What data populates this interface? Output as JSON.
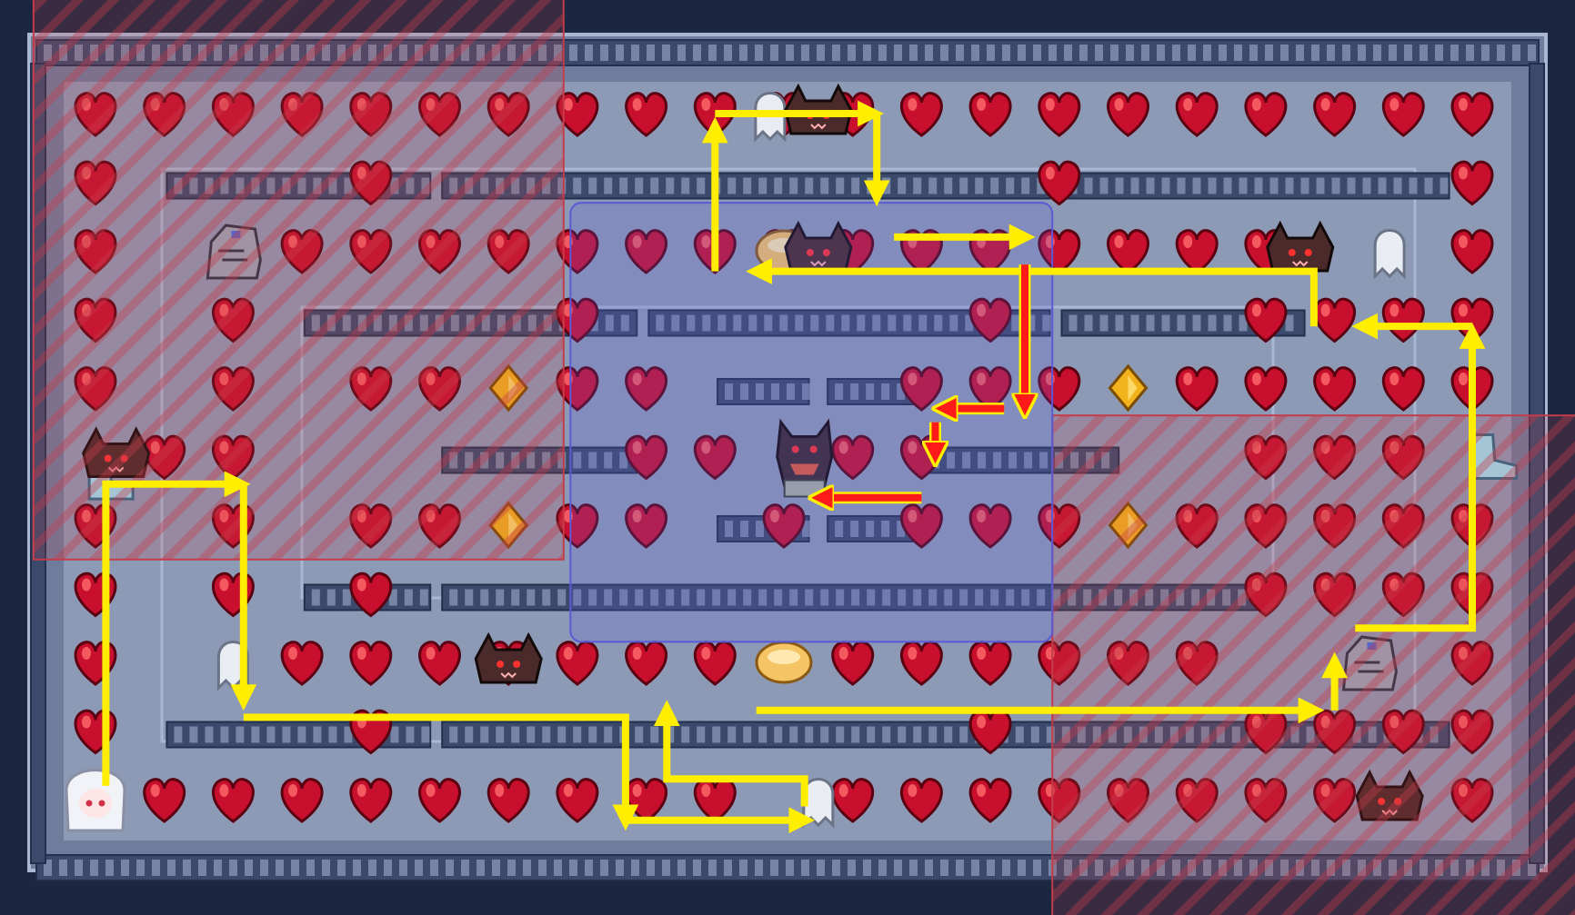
{
  "map": {
    "cols": 21,
    "rows": 11,
    "palette": {
      "background": "#1b2740",
      "floor": "#8d9ab6",
      "floor_alt": "#7f8caa",
      "rail": "#3b4a6b",
      "rail_light": "#a9b7d3",
      "heart": "#c8102e",
      "heart_highlight": "#ff6b6b",
      "gem": "#f2b21c",
      "arrow_yellow": "#ffee00",
      "arrow_red": "#ff1a1a",
      "zone_blue": "#5a5ad6",
      "zone_red": "#c43b4a",
      "enemy": "#4a2a2a",
      "enemy_eye": "#ff3030"
    },
    "hearts": [
      [
        0,
        0
      ],
      [
        1,
        0
      ],
      [
        2,
        0
      ],
      [
        3,
        0
      ],
      [
        4,
        0
      ],
      [
        5,
        0
      ],
      [
        6,
        0
      ],
      [
        7,
        0
      ],
      [
        8,
        0
      ],
      [
        9,
        0
      ],
      [
        10,
        0
      ],
      [
        11,
        0
      ],
      [
        12,
        0
      ],
      [
        13,
        0
      ],
      [
        14,
        0
      ],
      [
        15,
        0
      ],
      [
        16,
        0
      ],
      [
        17,
        0
      ],
      [
        18,
        0
      ],
      [
        19,
        0
      ],
      [
        20,
        0
      ],
      [
        0,
        1
      ],
      [
        4,
        1
      ],
      [
        14,
        1
      ],
      [
        20,
        1
      ],
      [
        0,
        2
      ],
      [
        3,
        2
      ],
      [
        4,
        2
      ],
      [
        5,
        2
      ],
      [
        6,
        2
      ],
      [
        7,
        2
      ],
      [
        8,
        2
      ],
      [
        9,
        2
      ],
      [
        10,
        2
      ],
      [
        11,
        2
      ],
      [
        12,
        2
      ],
      [
        13,
        2
      ],
      [
        14,
        2
      ],
      [
        15,
        2
      ],
      [
        16,
        2
      ],
      [
        17,
        2
      ],
      [
        20,
        2
      ],
      [
        0,
        3
      ],
      [
        2,
        3
      ],
      [
        7,
        3
      ],
      [
        13,
        3
      ],
      [
        17,
        3
      ],
      [
        18,
        3
      ],
      [
        19,
        3
      ],
      [
        20,
        3
      ],
      [
        0,
        4
      ],
      [
        2,
        4
      ],
      [
        4,
        4
      ],
      [
        5,
        4
      ],
      [
        7,
        4
      ],
      [
        8,
        4
      ],
      [
        12,
        4
      ],
      [
        13,
        4
      ],
      [
        14,
        4
      ],
      [
        16,
        4
      ],
      [
        17,
        4
      ],
      [
        18,
        4
      ],
      [
        19,
        4
      ],
      [
        20,
        4
      ],
      [
        1,
        5
      ],
      [
        2,
        5
      ],
      [
        8,
        5
      ],
      [
        9,
        5
      ],
      [
        11,
        5
      ],
      [
        12,
        5
      ],
      [
        17,
        5
      ],
      [
        18,
        5
      ],
      [
        19,
        5
      ],
      [
        0,
        6
      ],
      [
        2,
        6
      ],
      [
        4,
        6
      ],
      [
        5,
        6
      ],
      [
        7,
        6
      ],
      [
        8,
        6
      ],
      [
        10,
        6
      ],
      [
        12,
        6
      ],
      [
        13,
        6
      ],
      [
        14,
        6
      ],
      [
        16,
        6
      ],
      [
        17,
        6
      ],
      [
        18,
        6
      ],
      [
        19,
        6
      ],
      [
        20,
        6
      ],
      [
        0,
        7
      ],
      [
        2,
        7
      ],
      [
        4,
        7
      ],
      [
        17,
        7
      ],
      [
        18,
        7
      ],
      [
        19,
        7
      ],
      [
        20,
        7
      ],
      [
        0,
        8
      ],
      [
        3,
        8
      ],
      [
        4,
        8
      ],
      [
        5,
        8
      ],
      [
        6,
        8
      ],
      [
        7,
        8
      ],
      [
        8,
        8
      ],
      [
        9,
        8
      ],
      [
        11,
        8
      ],
      [
        12,
        8
      ],
      [
        13,
        8
      ],
      [
        14,
        8
      ],
      [
        15,
        8
      ],
      [
        16,
        8
      ],
      [
        20,
        8
      ],
      [
        0,
        9
      ],
      [
        4,
        9
      ],
      [
        13,
        9
      ],
      [
        17,
        9
      ],
      [
        18,
        9
      ],
      [
        19,
        9
      ],
      [
        20,
        9
      ],
      [
        1,
        10
      ],
      [
        2,
        10
      ],
      [
        3,
        10
      ],
      [
        4,
        10
      ],
      [
        5,
        10
      ],
      [
        6,
        10
      ],
      [
        7,
        10
      ],
      [
        8,
        10
      ],
      [
        9,
        10
      ],
      [
        11,
        10
      ],
      [
        12,
        10
      ],
      [
        13,
        10
      ],
      [
        14,
        10
      ],
      [
        15,
        10
      ],
      [
        16,
        10
      ],
      [
        17,
        10
      ],
      [
        18,
        10
      ],
      [
        20,
        10
      ]
    ],
    "gems": [
      [
        6,
        4
      ],
      [
        15,
        4
      ],
      [
        6,
        6
      ],
      [
        15,
        6
      ]
    ],
    "enemies": [
      {
        "type": "bat",
        "c": 10.5,
        "r": 0
      },
      {
        "type": "bat",
        "c": 10.5,
        "r": 2
      },
      {
        "type": "bat",
        "c": 17.5,
        "r": 2
      },
      {
        "type": "bat",
        "c": 0.3,
        "r": 5
      },
      {
        "type": "bat",
        "c": 6,
        "r": 8
      },
      {
        "type": "bat",
        "c": 18.8,
        "r": 10
      },
      {
        "type": "boss",
        "c": 10.3,
        "r": 5
      }
    ],
    "items": [
      {
        "type": "knight",
        "c": 2,
        "r": 2
      },
      {
        "type": "knight",
        "c": 18.5,
        "r": 8
      },
      {
        "type": "ghost",
        "c": 9.8,
        "r": 0
      },
      {
        "type": "ghost",
        "c": 2,
        "r": 8
      },
      {
        "type": "ghost",
        "c": 10.5,
        "r": 10
      },
      {
        "type": "ghost",
        "c": 18.8,
        "r": 2
      },
      {
        "type": "boot",
        "c": 0.2,
        "r": 5.3
      },
      {
        "type": "boot",
        "c": 20.3,
        "r": 5
      },
      {
        "type": "bread",
        "c": 10,
        "r": 2
      },
      {
        "type": "bread",
        "c": 10,
        "r": 8
      }
    ],
    "player": {
      "c": 0,
      "r": 10
    },
    "rails": [
      {
        "c0": 1.3,
        "c1": 4.6,
        "r": 1
      },
      {
        "c0": 5.3,
        "c1": 13.6,
        "r": 1
      },
      {
        "c0": 14.3,
        "c1": 19.4,
        "r": 1
      },
      {
        "c0": 3.3,
        "c1": 7.6,
        "r": 3
      },
      {
        "c0": 8.3,
        "c1": 13.6,
        "r": 3
      },
      {
        "c0": 14.3,
        "c1": 17.3,
        "r": 3
      },
      {
        "c0": 9.3,
        "c1": 10.1,
        "r": 4
      },
      {
        "c0": 10.9,
        "c1": 11.7,
        "r": 4
      },
      {
        "c0": 5.3,
        "c1": 7.6,
        "r": 5
      },
      {
        "c0": 12.3,
        "c1": 14.6,
        "r": 5
      },
      {
        "c0": 9.3,
        "c1": 10.1,
        "r": 6
      },
      {
        "c0": 10.9,
        "c1": 11.7,
        "r": 6
      },
      {
        "c0": 3.3,
        "c1": 4.6,
        "r": 7
      },
      {
        "c0": 5.3,
        "c1": 16.6,
        "r": 7
      },
      {
        "c0": 1.3,
        "c1": 4.6,
        "r": 9
      },
      {
        "c0": 5.3,
        "c1": 12.6,
        "r": 9
      },
      {
        "c0": 13.3,
        "c1": 16.6,
        "r": 9
      },
      {
        "c0": 17.3,
        "c1": 19.4,
        "r": 9
      }
    ],
    "zones": [
      {
        "kind": "red",
        "c0": -0.9,
        "r0": -1.7,
        "c1": 6.8,
        "r1": 6.5
      },
      {
        "kind": "red",
        "c0": 13.9,
        "r0": 4.4,
        "c1": 22,
        "r1": 12
      },
      {
        "kind": "blue",
        "c0": 6.9,
        "r0": 1.3,
        "c1": 13.9,
        "r1": 7.7
      }
    ],
    "yellow_paths": [
      [
        [
          0.15,
          9.8
        ],
        [
          0.15,
          5.4
        ],
        [
          2.1,
          5.4
        ]
      ],
      [
        [
          2.15,
          5.4
        ],
        [
          2.15,
          8.55
        ]
      ],
      [
        [
          2.15,
          8.8
        ],
        [
          7.7,
          8.8
        ],
        [
          7.7,
          10.3
        ]
      ],
      [
        [
          7.7,
          10.3
        ],
        [
          10.3,
          10.3
        ]
      ],
      [
        [
          10.3,
          10.1
        ],
        [
          10.3,
          9.7
        ],
        [
          8.3,
          9.7
        ],
        [
          8.3,
          8.7
        ]
      ],
      [
        [
          9.6,
          8.7
        ],
        [
          17.7,
          8.7
        ]
      ],
      [
        [
          18,
          8.7
        ],
        [
          18,
          8.0
        ]
      ],
      [
        [
          18.3,
          7.5
        ],
        [
          20,
          7.5
        ],
        [
          20,
          3.2
        ]
      ],
      [
        [
          20,
          3.1
        ],
        [
          18.4,
          3.1
        ]
      ],
      [
        [
          17.7,
          3.1
        ],
        [
          17.7,
          2.3
        ],
        [
          9.6,
          2.3
        ]
      ],
      [
        [
          9,
          2.3
        ],
        [
          9,
          0.2
        ]
      ],
      [
        [
          9,
          0
        ],
        [
          11.3,
          0
        ]
      ],
      [
        [
          11.35,
          0
        ],
        [
          11.35,
          1.2
        ]
      ],
      [
        [
          11.6,
          1.8
        ],
        [
          13.5,
          1.8
        ]
      ]
    ],
    "red_paths": [
      [
        [
          13.5,
          2.2
        ],
        [
          13.5,
          4.3
        ]
      ],
      [
        [
          13.2,
          4.3
        ],
        [
          12.3,
          4.3
        ]
      ],
      [
        [
          12.2,
          4.5
        ],
        [
          12.2,
          5.0
        ]
      ],
      [
        [
          12.0,
          5.6
        ],
        [
          10.5,
          5.6
        ]
      ]
    ]
  }
}
